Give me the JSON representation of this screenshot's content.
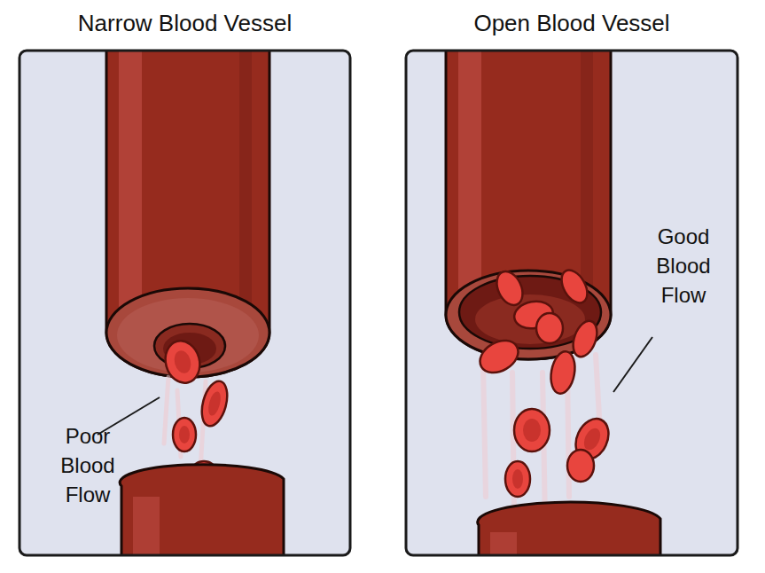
{
  "diagram": {
    "nodes": [
      {
        "text": [
          "Narrow Blood Vessel",
          "Poor Blood Flow"
        ]
      },
      {
        "text": [
          "Open Blood Vessel",
          "Good Blood Flow"
        ]
      }
    ]
  }
}
